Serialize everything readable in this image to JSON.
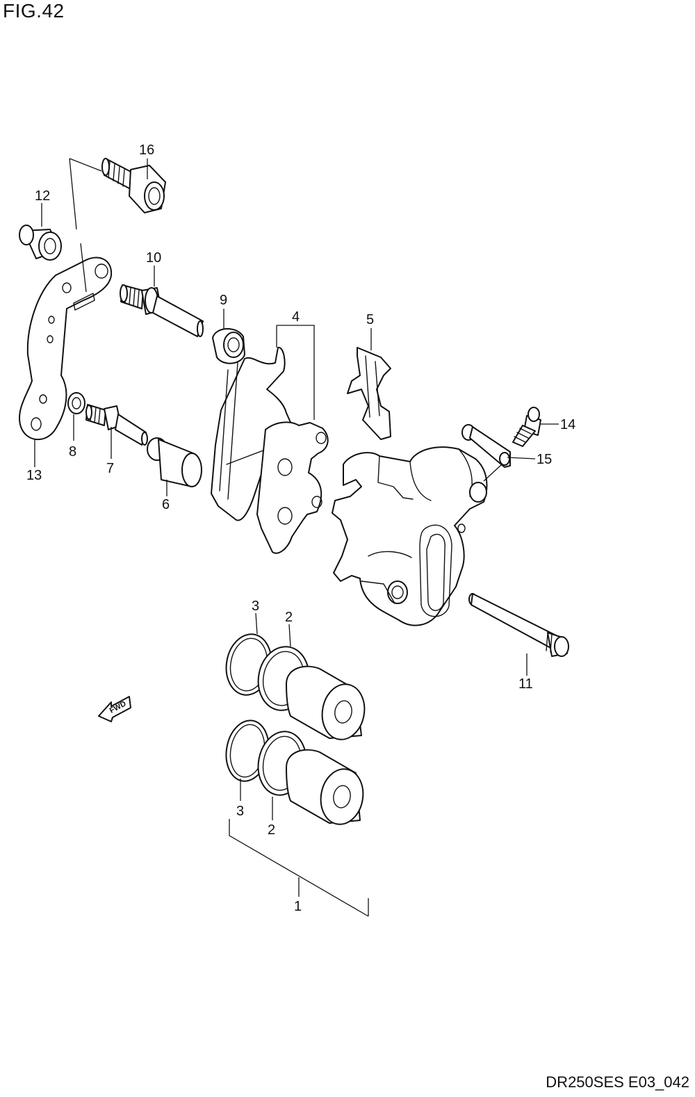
{
  "figure": {
    "title": "FIG.42",
    "code": "DR250SES E03_042"
  },
  "direction_marker": "FWD",
  "callouts": [
    {
      "id": "c1",
      "label": "1"
    },
    {
      "id": "c2a",
      "label": "2"
    },
    {
      "id": "c2b",
      "label": "2"
    },
    {
      "id": "c3a",
      "label": "3"
    },
    {
      "id": "c3b",
      "label": "3"
    },
    {
      "id": "c4",
      "label": "4"
    },
    {
      "id": "c5",
      "label": "5"
    },
    {
      "id": "c6",
      "label": "6"
    },
    {
      "id": "c7",
      "label": "7"
    },
    {
      "id": "c8",
      "label": "8"
    },
    {
      "id": "c9",
      "label": "9"
    },
    {
      "id": "c10",
      "label": "10"
    },
    {
      "id": "c11",
      "label": "11"
    },
    {
      "id": "c12",
      "label": "12"
    },
    {
      "id": "c13",
      "label": "13"
    },
    {
      "id": "c14",
      "label": "14"
    },
    {
      "id": "c15",
      "label": "15"
    },
    {
      "id": "c16",
      "label": "16"
    }
  ]
}
